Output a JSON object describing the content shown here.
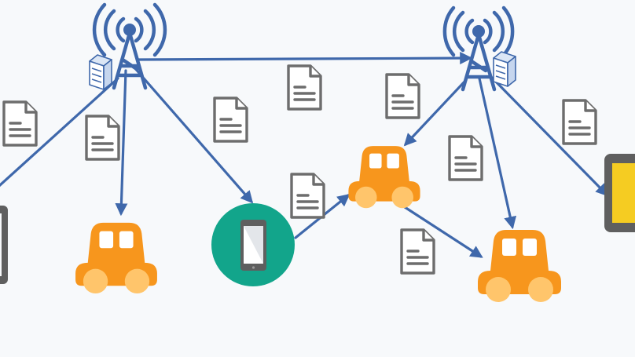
{
  "colors": {
    "background": "#f7f9fb",
    "link": "#3f68ab",
    "tower": "#3f68ab",
    "car_body": "#f7961d",
    "car_wheel": "#ffc56b",
    "car_window": "#ffffff",
    "phone_circle": "#12a58b",
    "device_frame": "#5f5f5f",
    "tablet_screen": "#f5cc22",
    "document": "#6d6d6d"
  },
  "nodes": {
    "towers": [
      {
        "name": "base-station-left",
        "icon": "cell-tower-icon"
      },
      {
        "name": "base-station-right",
        "icon": "cell-tower-icon"
      }
    ],
    "servers": [
      {
        "name": "edge-server-left",
        "icon": "server-icon"
      },
      {
        "name": "edge-server-right",
        "icon": "server-icon"
      }
    ],
    "vehicles": [
      {
        "name": "car-left",
        "icon": "car-icon"
      },
      {
        "name": "car-middle",
        "icon": "car-icon"
      },
      {
        "name": "car-right",
        "icon": "car-icon"
      }
    ],
    "devices": [
      {
        "name": "smartphone",
        "icon": "smartphone-icon"
      },
      {
        "name": "tablet-right",
        "icon": "tablet-icon"
      },
      {
        "name": "device-left-partial",
        "icon": "tablet-icon"
      }
    ],
    "documents": {
      "count": 9,
      "icon": "document-icon"
    }
  },
  "links": [
    {
      "from": "base-station-left",
      "to": "base-station-right"
    },
    {
      "from": "base-station-left",
      "to": "device-left-partial"
    },
    {
      "from": "base-station-left",
      "to": "car-left"
    },
    {
      "from": "base-station-left",
      "to": "smartphone"
    },
    {
      "from": "smartphone",
      "to": "car-middle"
    },
    {
      "from": "base-station-right",
      "to": "car-middle"
    },
    {
      "from": "base-station-right",
      "to": "car-right"
    },
    {
      "from": "base-station-right",
      "to": "tablet-right"
    },
    {
      "from": "car-middle",
      "to": "car-right"
    }
  ]
}
